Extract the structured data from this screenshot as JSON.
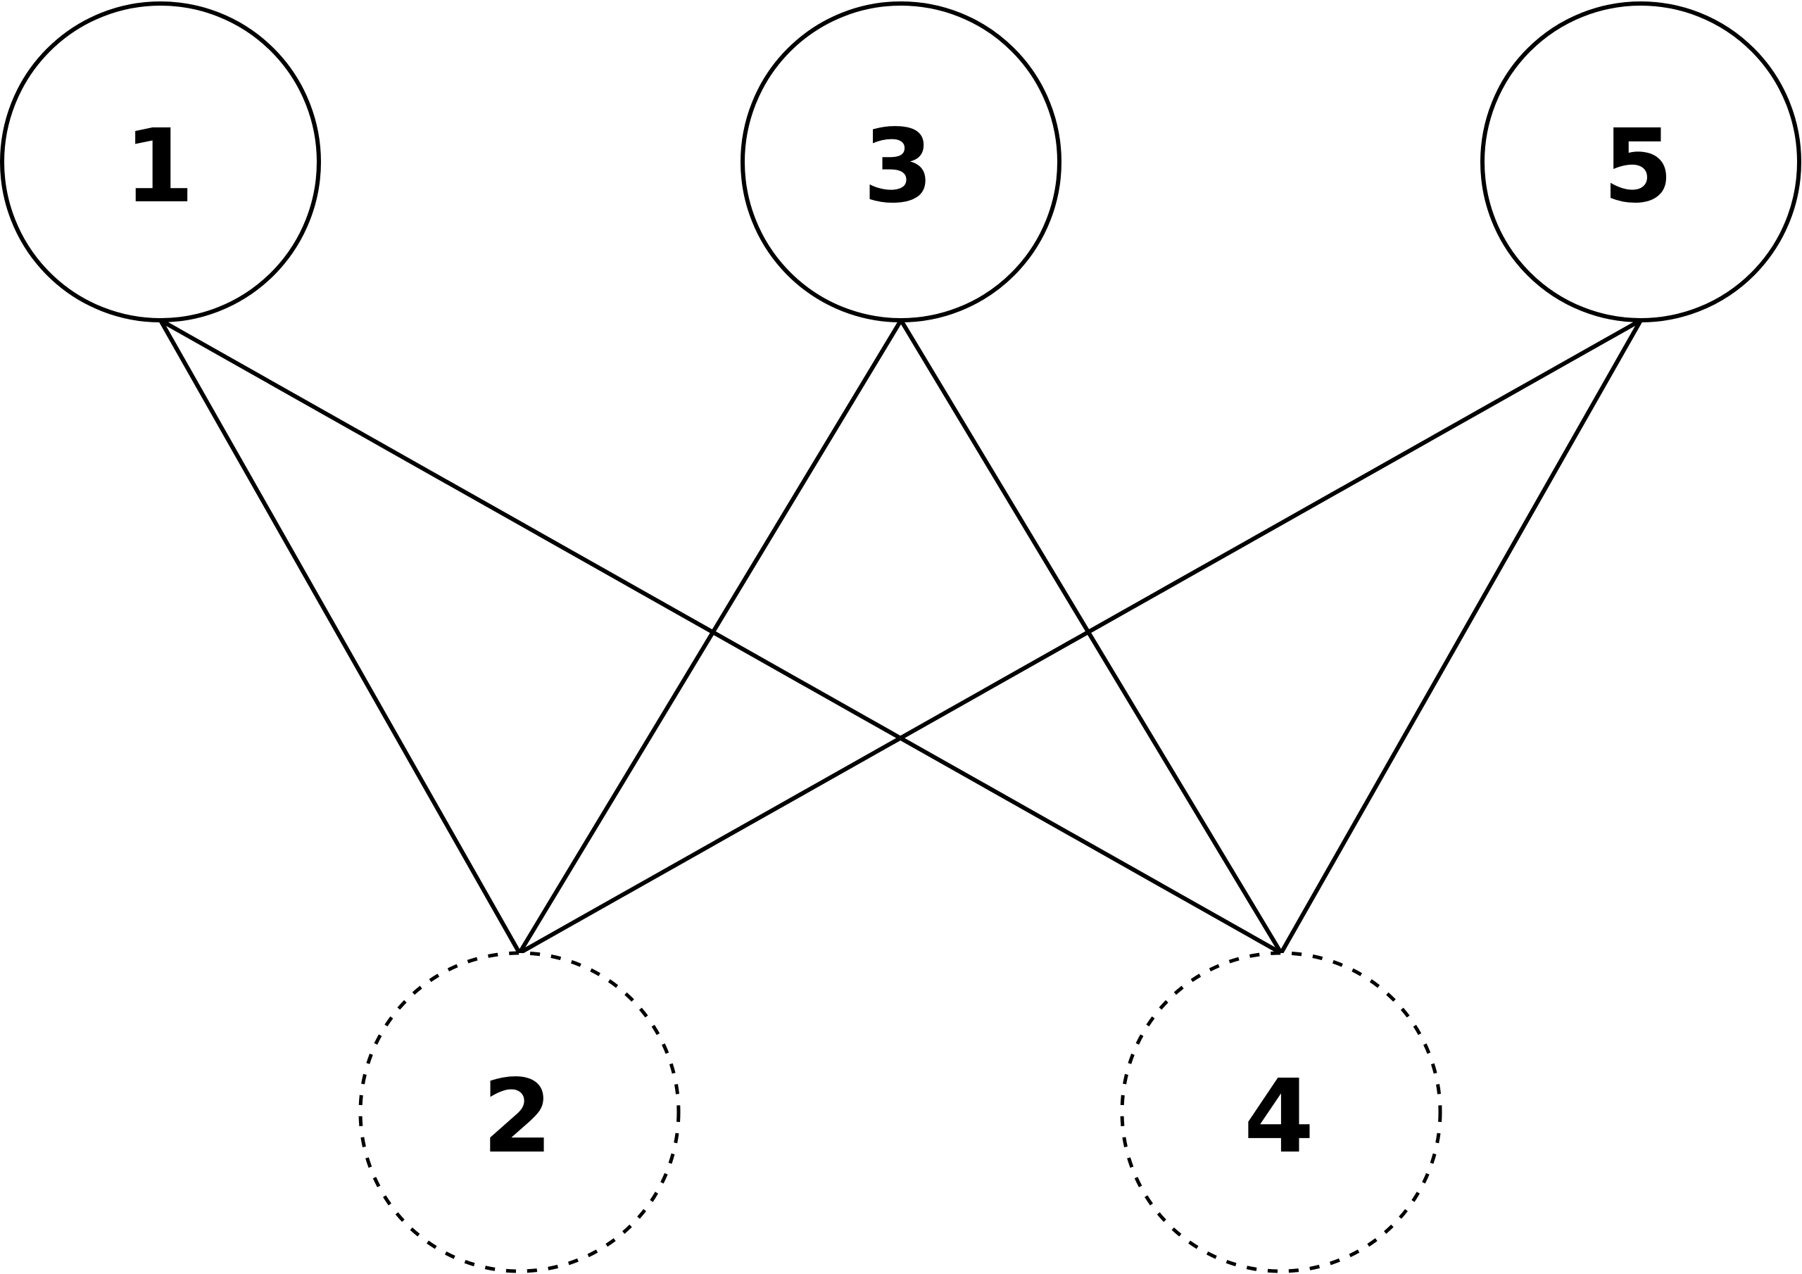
{
  "nodes": [
    {
      "id": "n1",
      "label": "1",
      "style": "solid"
    },
    {
      "id": "n3",
      "label": "3",
      "style": "solid"
    },
    {
      "id": "n5",
      "label": "5",
      "style": "solid"
    },
    {
      "id": "n2",
      "label": "2",
      "style": "dashed"
    },
    {
      "id": "n4",
      "label": "4",
      "style": "dashed"
    }
  ],
  "edges": [
    {
      "from": "n1",
      "to": "n2"
    },
    {
      "from": "n1",
      "to": "n4"
    },
    {
      "from": "n3",
      "to": "n2"
    },
    {
      "from": "n3",
      "to": "n4"
    },
    {
      "from": "n5",
      "to": "n2"
    },
    {
      "from": "n5",
      "to": "n4"
    }
  ],
  "colors": {
    "stroke": "#000000",
    "background": "#ffffff"
  }
}
